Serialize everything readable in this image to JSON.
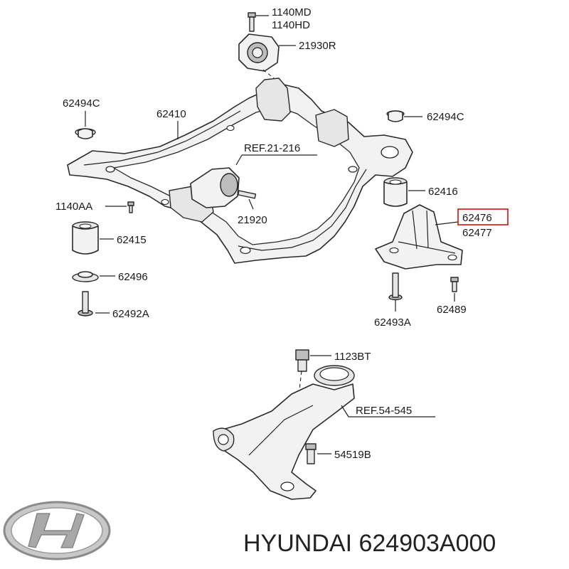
{
  "labels": {
    "bolt_1140MD": "1140MD",
    "bolt_1140HD": "1140HD",
    "mount_21930R": "21930R",
    "stopper_62494C_left": "62494C",
    "crossmember_62410": "62410",
    "ref_21216": "REF.21-216",
    "stopper_62494C_right": "62494C",
    "bushing_62416": "62416",
    "bolt_1140AA": "1140AA",
    "mount_21920": "21920",
    "bracket_62476": "62476",
    "bracket_62477": "62477",
    "bushing_62415": "62415",
    "washer_62496": "62496",
    "bolt_62492A": "62492A",
    "bolt_62493A": "62493A",
    "bolt_62489": "62489",
    "bolt_1123BT": "1123BT",
    "ref_54545": "REF.54-545",
    "bolt_54519B": "54519B"
  },
  "highlight_color": "#d62a2a",
  "logo": {
    "icon": "hyundai-logo-icon",
    "brand_text": "HYUNDAI 624903A000"
  }
}
